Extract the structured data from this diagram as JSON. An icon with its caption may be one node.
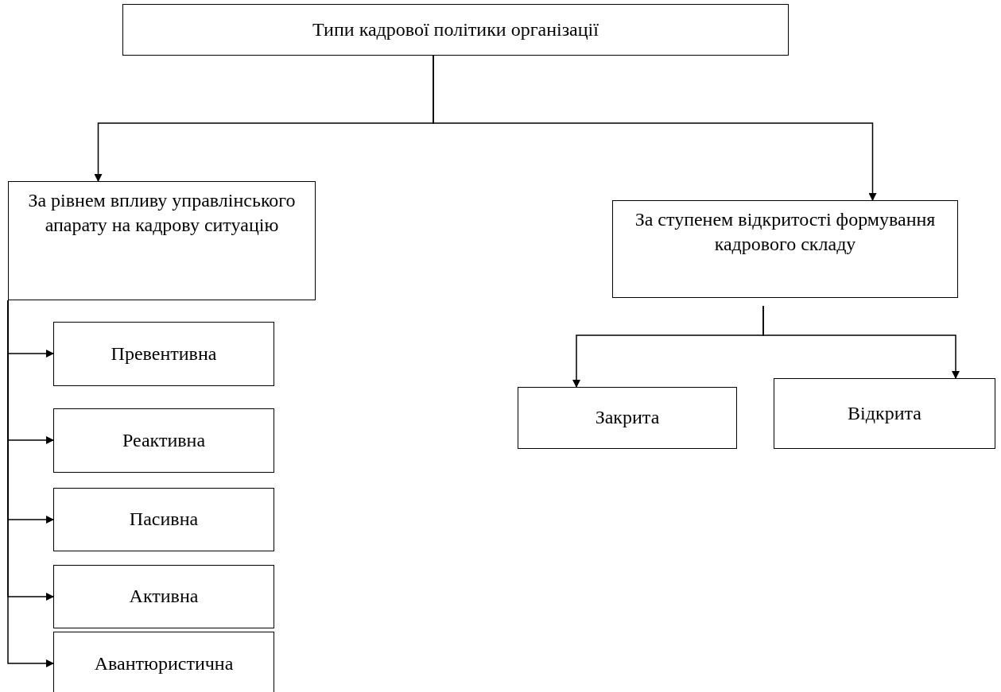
{
  "diagram": {
    "nodes": [
      {
        "text": [
          "Типи кадрової політики організації"
        ]
      },
      {
        "text": [
          "За рівнем впливу управлінського апарату на кадрову ситуацію"
        ]
      },
      {
        "text": [
          "За ступенем відкритості формування кадрового складу"
        ]
      },
      {
        "text": [
          "Превентивна"
        ]
      },
      {
        "text": [
          "Реактивна"
        ]
      },
      {
        "text": [
          "Пасивна"
        ]
      },
      {
        "text": [
          "Активна"
        ]
      },
      {
        "text": [
          "Авантюристична"
        ]
      },
      {
        "text": [
          "Закрита"
        ]
      },
      {
        "text": [
          "Відкрита"
        ]
      }
    ],
    "edges": [
      {
        "from": 0,
        "to": 1,
        "arrow": "to"
      },
      {
        "from": 0,
        "to": 2,
        "arrow": "to"
      },
      {
        "from": 1,
        "to": 3,
        "arrow": "to"
      },
      {
        "from": 1,
        "to": 4,
        "arrow": "to"
      },
      {
        "from": 1,
        "to": 5,
        "arrow": "to"
      },
      {
        "from": 1,
        "to": 6,
        "arrow": "to"
      },
      {
        "from": 1,
        "to": 7,
        "arrow": "to"
      },
      {
        "from": 2,
        "to": 8,
        "arrow": "to"
      },
      {
        "from": 2,
        "to": 9,
        "arrow": "to"
      }
    ]
  }
}
